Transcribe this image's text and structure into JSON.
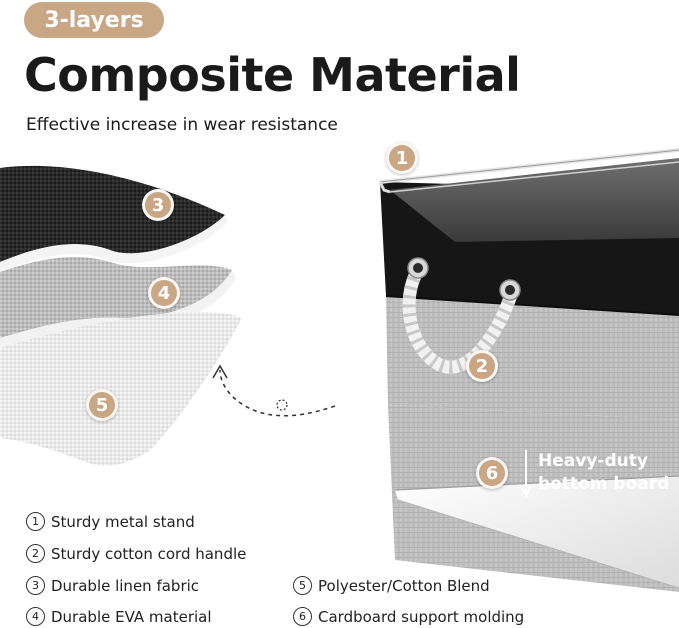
{
  "badge": "3-layers",
  "title": "Composite Material",
  "subtitle": "Effective increase in wear resistance",
  "callouts": [
    "1",
    "2",
    "3",
    "4",
    "5",
    "6"
  ],
  "heavy_duty": {
    "line1": "Heavy-duty",
    "line2": "bottom board"
  },
  "legend": [
    {
      "num": "1",
      "label": "Sturdy metal stand"
    },
    {
      "num": "2",
      "label": "Sturdy cotton cord handle"
    },
    {
      "num": "3",
      "label": "Durable linen fabric"
    },
    {
      "num": "4",
      "label": "Durable EVA material"
    },
    {
      "num": "5",
      "label": "Polyester/Cotton Blend"
    },
    {
      "num": "6",
      "label": "Cardboard support molding"
    }
  ],
  "colors": {
    "accent": "#c9a684",
    "basket_black": "#141414",
    "basket_grey": "#b9b9b9"
  },
  "icons": [
    "down-arrow-icon"
  ]
}
